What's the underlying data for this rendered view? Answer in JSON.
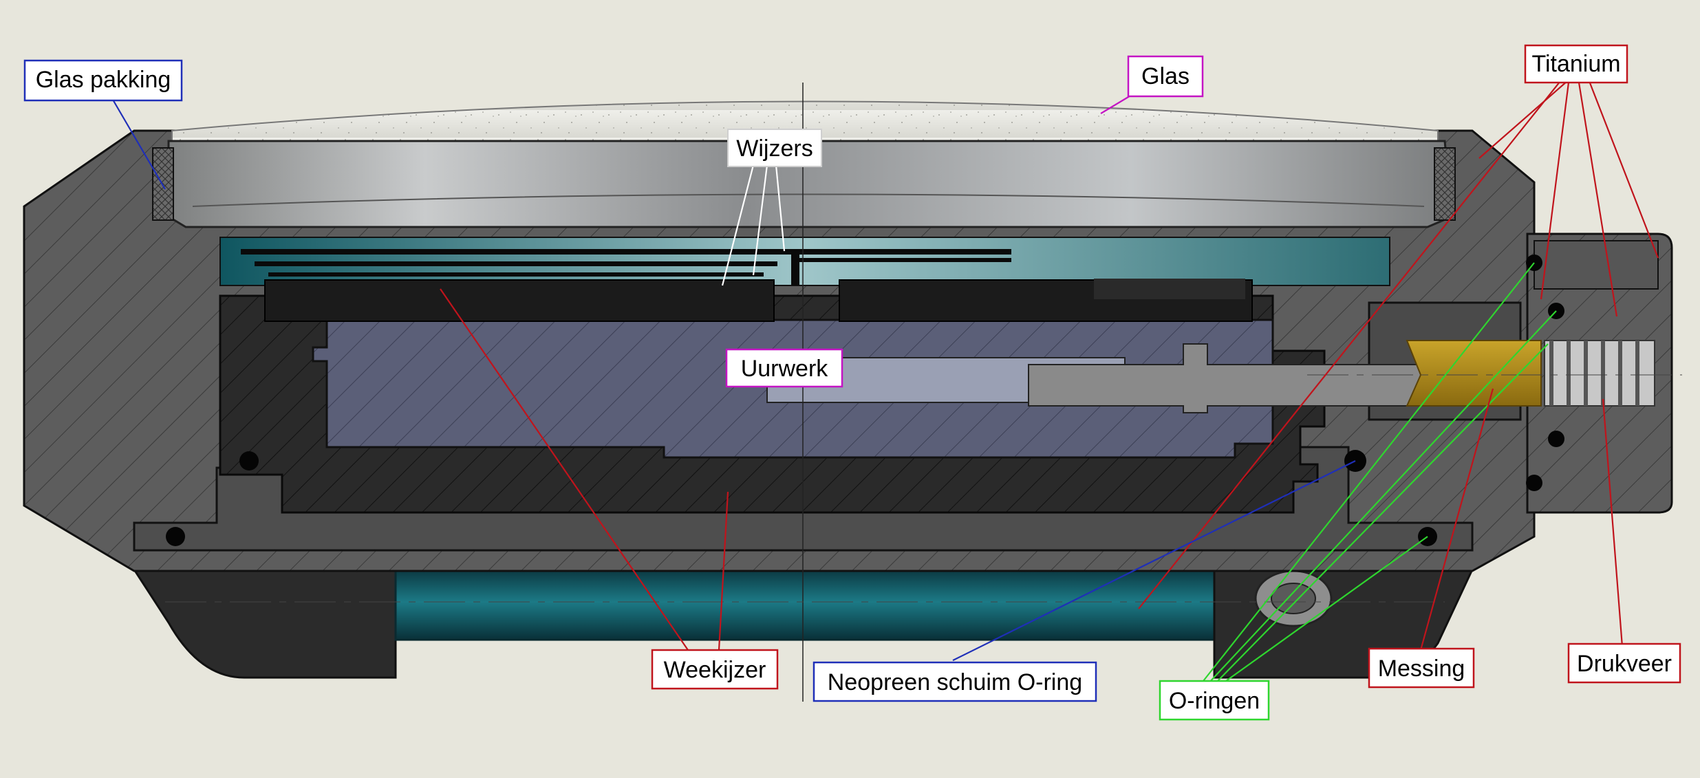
{
  "colors": {
    "background": "#e7e6dc",
    "red": "#c0141c",
    "blue": "#1f2fb8",
    "magenta": "#c414c4",
    "green": "#2fd62f",
    "white": "#ffffff",
    "case": "#5a5a5a",
    "dark": "#1a1a1a",
    "teal": "#0f5a66",
    "brass": "#a88414"
  },
  "labels": {
    "glas_pakking": "Glas pakking",
    "glas": "Glas",
    "titanium": "Titanium",
    "wijzers": "Wijzers",
    "uurwerk": "Uurwerk",
    "weekijzer": "Weekijzer",
    "neopreen": "Neopreen schuim O-ring",
    "o_ringen": "O-ringen",
    "messing": "Messing",
    "drukveer": "Drukveer"
  }
}
